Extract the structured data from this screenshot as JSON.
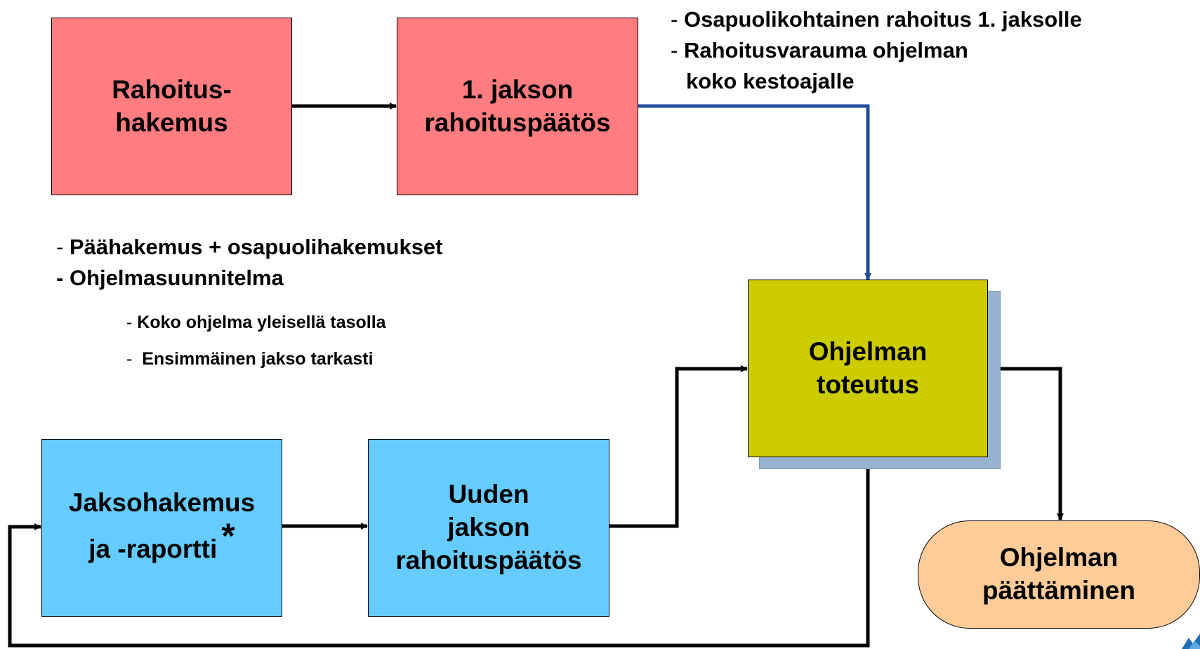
{
  "boxes": {
    "hakemus": [
      "Rahoitus-",
      "hakemus"
    ],
    "paatos1": [
      "1. jakson",
      "rahoituspäätös"
    ],
    "toteutus": [
      "Ohjelman",
      "toteutus"
    ],
    "jaksohakemus": [
      "Jaksohakemus",
      "ja -raportti"
    ],
    "jaksohakemus_mark": "*",
    "uusi_paatos": [
      "Uuden",
      "jakson",
      "rahoituspäätös"
    ],
    "paattaminen": [
      "Ohjelman",
      "päättäminen"
    ]
  },
  "notes": {
    "top": [
      "Osapuolikohtainen rahoitus 1. jaksolle",
      "Rahoitusvarauma ohjelman",
      "koko kestoajalle"
    ],
    "left": [
      "Päähakemus + osapuolihakemukset",
      "Ohjelmasuunnitelma"
    ],
    "left_sub": [
      "Koko ohjelma yleisellä tasolla",
      "Ensimmäinen jakso tarkasti"
    ],
    "dash": "-"
  },
  "colors": {
    "red_box": "#ff7c80",
    "blue_box": "#66ccff",
    "olive_box": "#cccc00",
    "pill": "#ffcc99",
    "blue_arrow": "#1f4e99"
  },
  "icons": {
    "corner": "logo-fragment-icon"
  }
}
